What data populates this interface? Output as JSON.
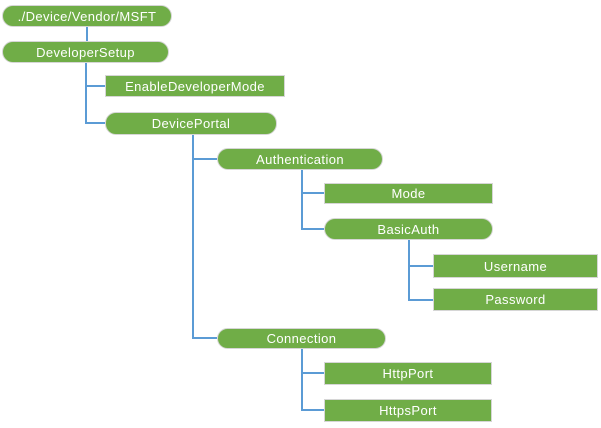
{
  "colors": {
    "node_fill": "#70AD47",
    "node_text": "#FFFFFF",
    "connector": "#5B9BD5",
    "node_outline": "#D6D6D6",
    "background": "#FFFFFF"
  },
  "tree": {
    "label": "./Device/Vendor/MSFT",
    "shape": "pill",
    "children": [
      {
        "label": "DeveloperSetup",
        "shape": "pill",
        "children": [
          {
            "label": "EnableDeveloperMode",
            "shape": "rect",
            "children": []
          },
          {
            "label": "DevicePortal",
            "shape": "pill",
            "children": [
              {
                "label": "Authentication",
                "shape": "pill",
                "children": [
                  {
                    "label": "Mode",
                    "shape": "rect",
                    "children": []
                  },
                  {
                    "label": "BasicAuth",
                    "shape": "pill",
                    "children": [
                      {
                        "label": "Username",
                        "shape": "rect",
                        "children": []
                      },
                      {
                        "label": "Password",
                        "shape": "rect",
                        "children": []
                      }
                    ]
                  }
                ]
              },
              {
                "label": "Connection",
                "shape": "pill",
                "children": [
                  {
                    "label": "HttpPort",
                    "shape": "rect",
                    "children": []
                  },
                  {
                    "label": "HttpsPort",
                    "shape": "rect",
                    "children": []
                  }
                ]
              }
            ]
          }
        ]
      }
    ]
  }
}
